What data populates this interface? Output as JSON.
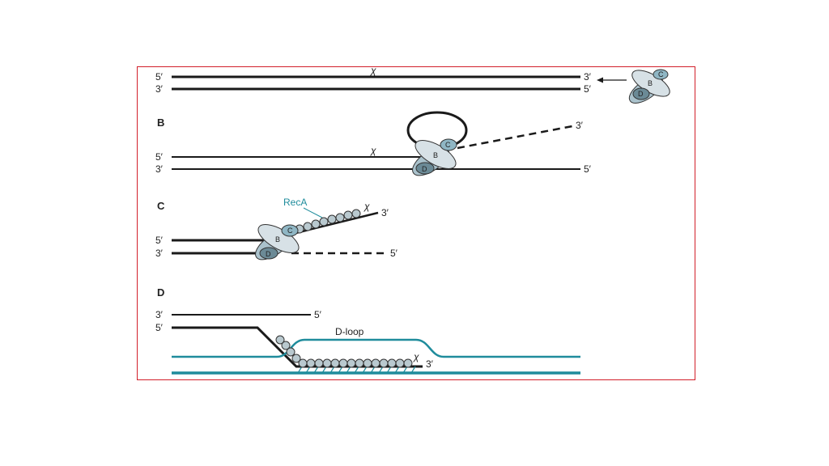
{
  "panels": {
    "b": "B",
    "c": "C",
    "d": "D"
  },
  "strand_labels": {
    "five_prime": "5′",
    "three_prime": "3′"
  },
  "chi": "χ",
  "proteins": {
    "b": "B",
    "c": "C",
    "d": "D"
  },
  "reca": "RecA",
  "dloop": "D-loop",
  "colors": {
    "border": "#d21f2a",
    "dna": "#1a1a1a",
    "teal": "#1f8c9c",
    "protein_b": "#c9d5dc",
    "protein_c": "#8fb6c4",
    "protein_d": "#6b8a96"
  }
}
